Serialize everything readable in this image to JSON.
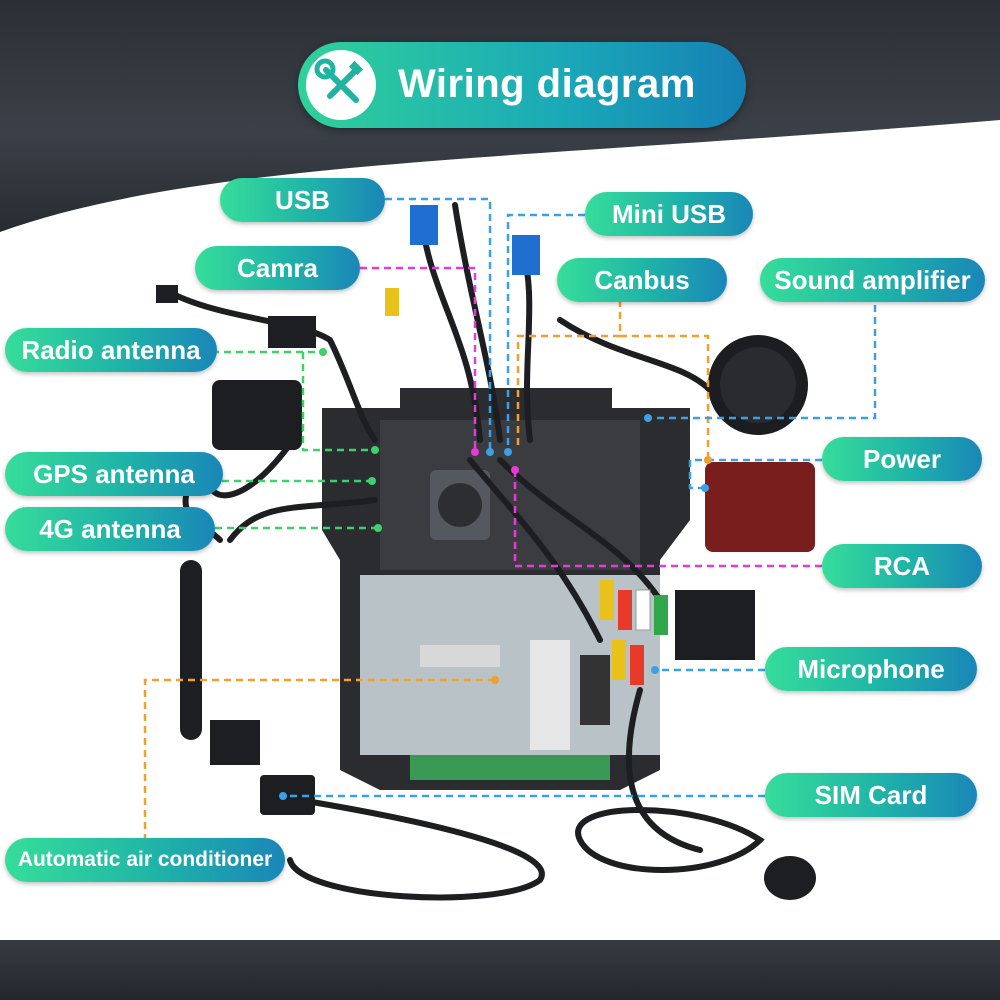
{
  "title": "Wiring diagram",
  "title_icon": "wrench-screwdriver-icon",
  "labels": {
    "usb": "USB",
    "mini_usb": "Mini USB",
    "camra": "Camra",
    "canbus": "Canbus",
    "sound_amplifier": "Sound amplifier",
    "radio_antenna": "Radio antenna",
    "gps_antenna": "GPS antenna",
    "g4_antenna": "4G antenna",
    "power": "Power",
    "rca": "RCA",
    "microphone": "Microphone",
    "sim_card": "SIM Card",
    "automatic_air_conditioner": "Automatic air conditioner"
  },
  "colors": {
    "accent_green": "#36dd9a",
    "accent_blue": "#1a86b8",
    "line_blue": "#3aa0e8",
    "line_magenta": "#e83ad9",
    "line_orange": "#f0a030",
    "line_green": "#3cd26a"
  }
}
